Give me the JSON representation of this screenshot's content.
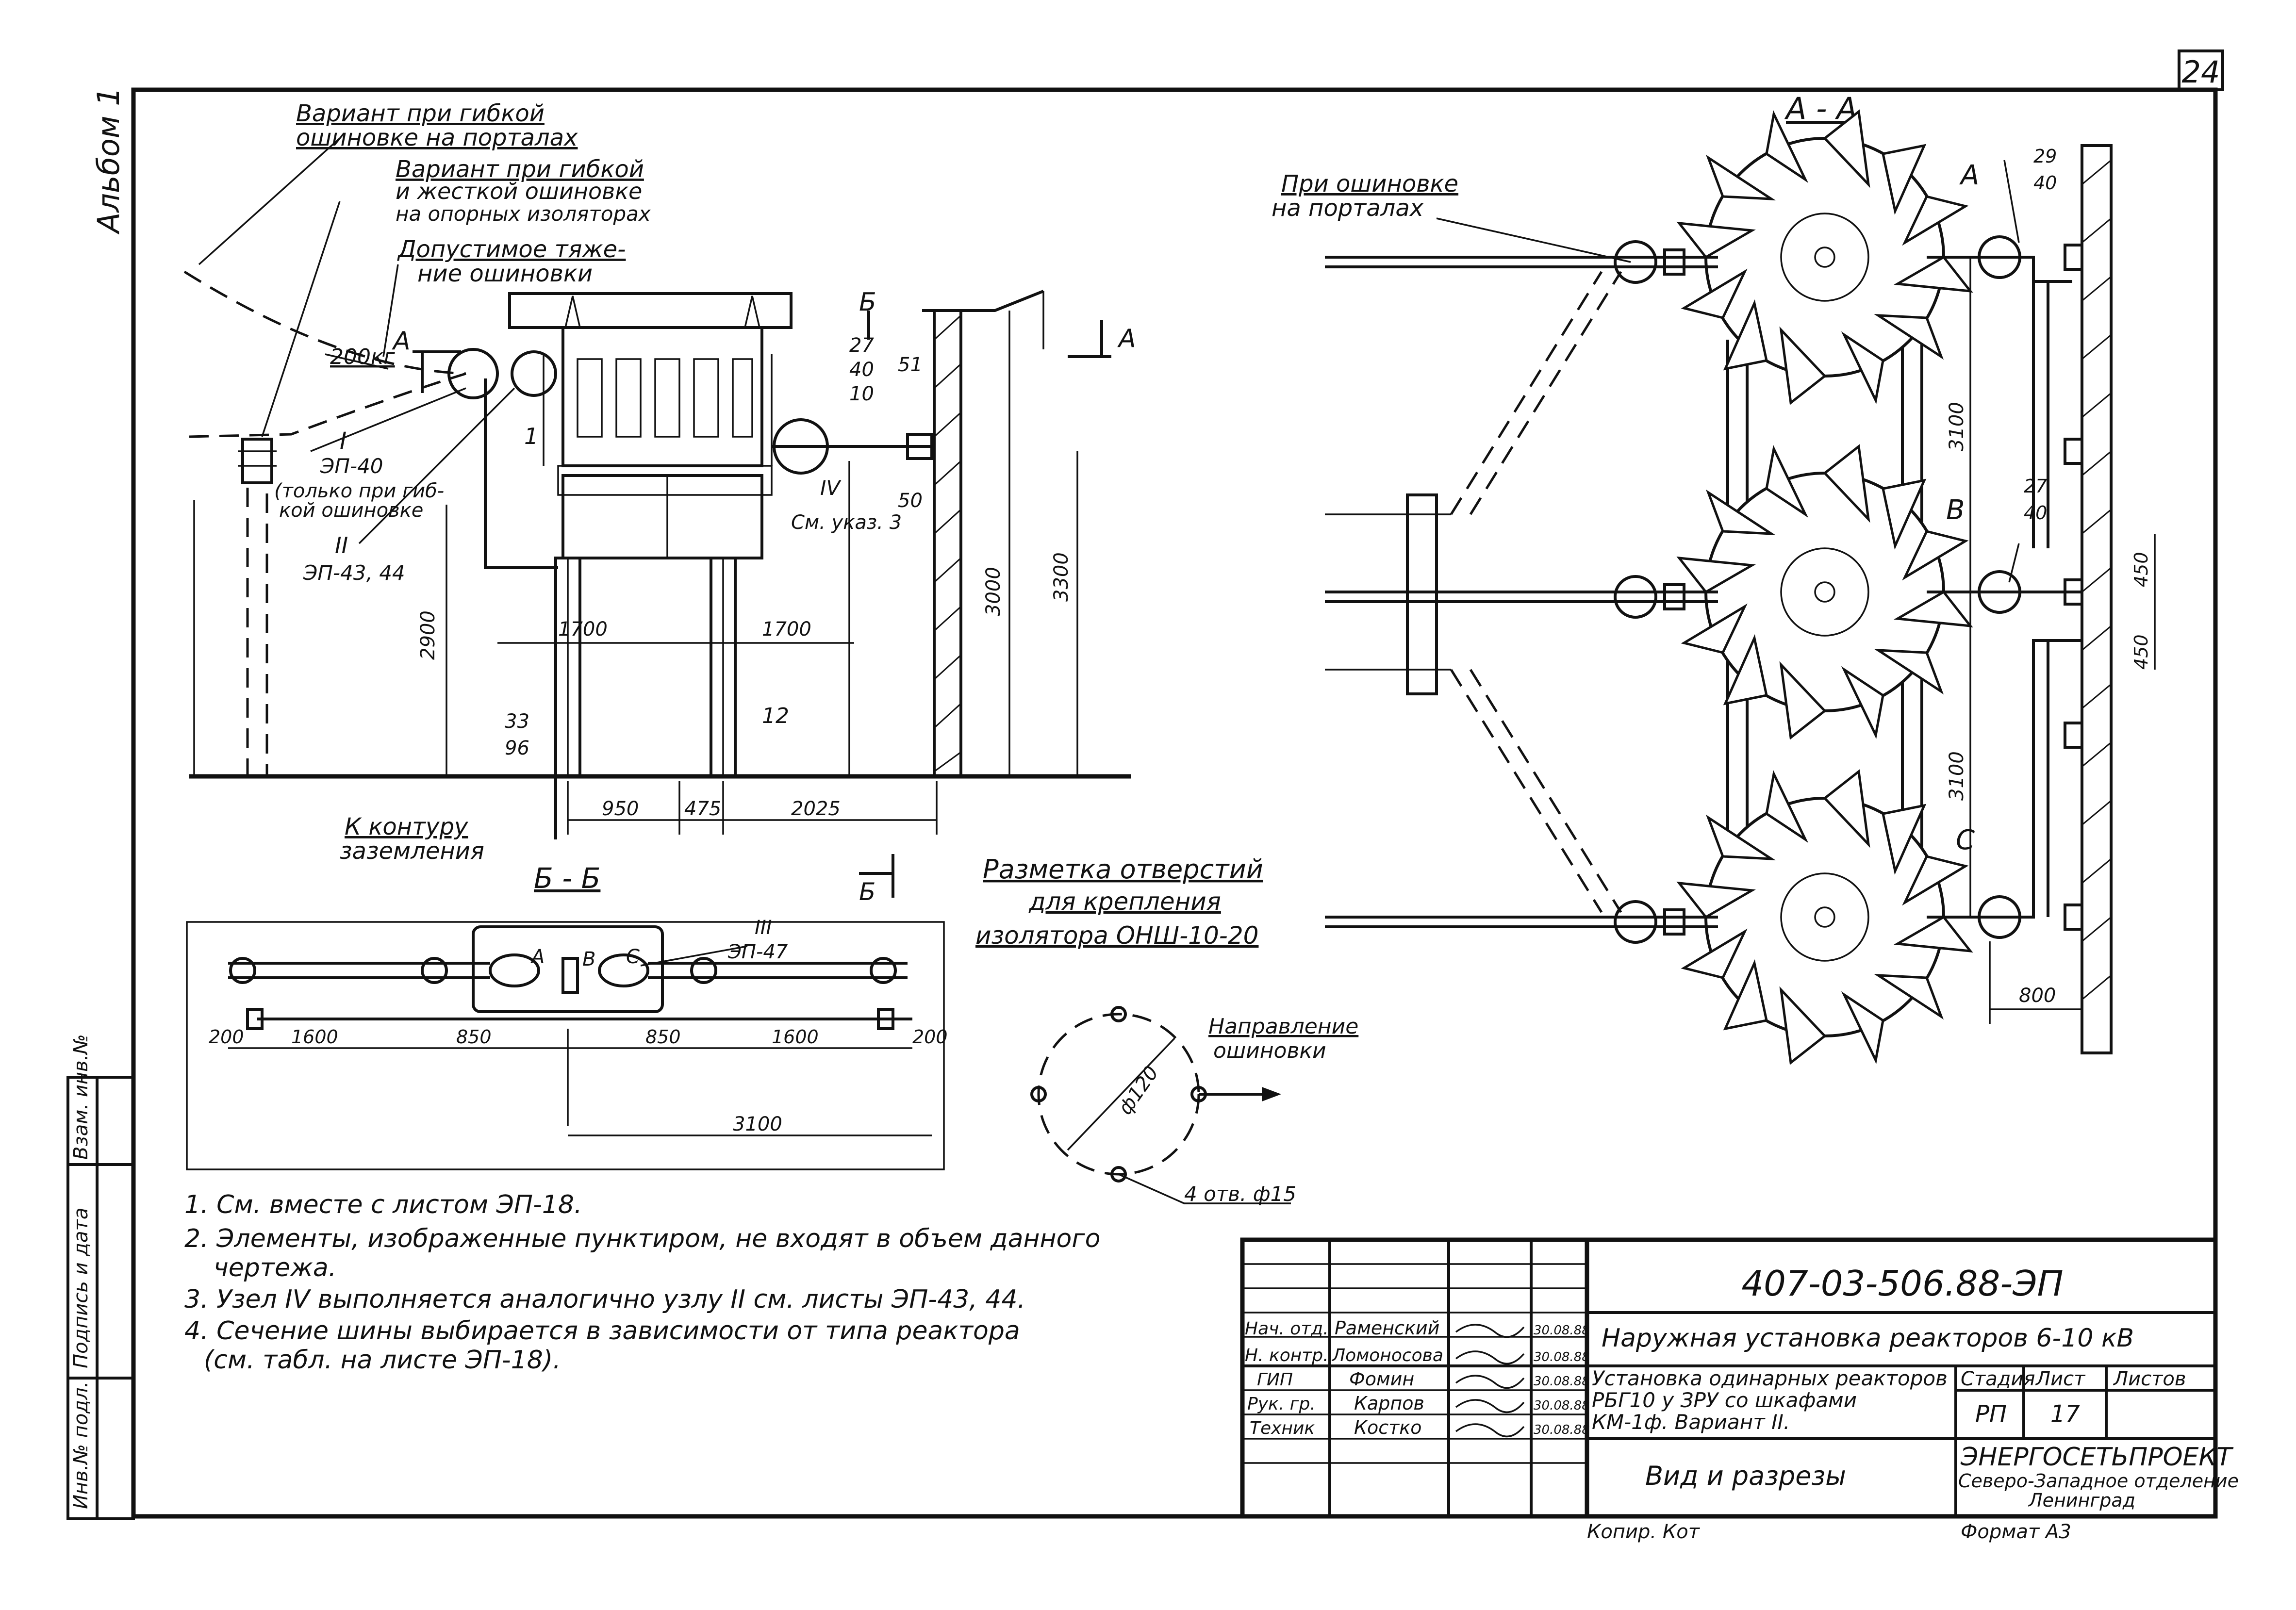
{
  "sheet_number": "24",
  "album_label": "Альбом 1",
  "elevation": {
    "labels": {
      "variant_flexible_portals": [
        "Вариант при гибкой",
        "ошиновке на порталах"
      ],
      "variant_flexible_rigid": [
        "Вариант при гибкой",
        "и жесткой ошиновке",
        "на опорных изоляторах"
      ],
      "allowed_tension": [
        "Допустимое тяже-",
        "ние ошиновки"
      ],
      "force": "200кг",
      "section_mark_a_left": "А",
      "section_mark_a_right": "А",
      "section_mark_b": "Б",
      "node_i": "I",
      "node_i_ref": "ЭП-40",
      "node_i_note": [
        "(только при гиб-",
        "кой ошиновке"
      ],
      "node_ii": "II",
      "node_ii_ref": "ЭП-43, 44",
      "node_iv": "IV",
      "node_iv_ref": "См. указ. 3",
      "item_1": "1",
      "item_27": "27",
      "item_40": "40",
      "item_10": "10",
      "item_51": "51",
      "item_50": "50",
      "item_33": "33",
      "item_96": "96",
      "item_12": "12",
      "earthing": [
        "К контуру",
        "заземления"
      ]
    },
    "dimensions": {
      "d2900": "2900",
      "d1700a": "1700",
      "d1700b": "1700",
      "d3000": "3000",
      "d3300": "3300",
      "d950": "950",
      "d475": "475",
      "d2025": "2025"
    }
  },
  "plan": {
    "title": "А - А",
    "portal_note": [
      "При ошиновке",
      "на порталах"
    ],
    "phase_a": "А",
    "phase_b": "В",
    "phase_c": "С",
    "item_29": "29",
    "item_40a": "40",
    "item_27": "27",
    "item_40b": "40",
    "d3100a": "3100",
    "d3100b": "3100",
    "d450a": "450",
    "d450b": "450",
    "d800": "800"
  },
  "section_bb": {
    "title": "Б - Б",
    "mark_b": "Б",
    "phase_a": "А",
    "phase_b": "В",
    "phase_c": "С",
    "node_iii": "III",
    "node_iii_ref": "ЭП-47",
    "d200a": "200",
    "d1600a": "1600",
    "d850a": "850",
    "d850b": "850",
    "d1600b": "1600",
    "d200b": "200",
    "d3100": "3100"
  },
  "hole_marking": {
    "title": [
      "Разметка отверстий",
      "для крепления",
      "изолятора ОНШ-10-20"
    ],
    "direction": [
      "Направление",
      "ошиновки"
    ],
    "diameter": "ф120",
    "holes": "4 отв. ф15"
  },
  "notes": [
    "1. См. вместе с листом ЭП-18.",
    "2. Элементы, изображенные пунктиром, не входят в объем данного",
    "чертежа.",
    "3. Узел IV выполняется аналогично узлу II см. листы ЭП-43, 44.",
    "4. Сечение шины выбирается в зависимости от типа реактора",
    "(см. табл. на листе ЭП-18)."
  ],
  "side_stamp": {
    "col1": "Инв.№ подл.",
    "col2": "Подпись и дата",
    "col3": "Взам. инв.№"
  },
  "title_block": {
    "code": "407-03-506.88-ЭП",
    "project": "Наружная установка реакторов 6-10 кВ",
    "sheet_title": [
      "Установка одинарных реакторов",
      "РБГ10 у ЗРУ со шкафами",
      "КМ-1ф. Вариант II."
    ],
    "view": "Вид и разрезы",
    "stage_label": "Стадия",
    "sheet_label": "Лист",
    "sheets_label": "Листов",
    "stage": "РП",
    "sheet": "17",
    "org": [
      "ЭНЕРГОСЕТЬПРОЕКТ",
      "Северо-Западное отделение",
      "Ленинград"
    ],
    "staff": [
      {
        "role": "Нач. отд.",
        "name": "Раменский",
        "date": "30.08.88"
      },
      {
        "role": "Н. контр.",
        "name": "Ломоносова",
        "date": "30.08.88"
      },
      {
        "role": "ГИП",
        "name": "Фомин",
        "date": "30.08.88"
      },
      {
        "role": "Рук. гр.",
        "name": "Карпов",
        "date": "30.08.88"
      },
      {
        "role": "Техник",
        "name": "Костко",
        "date": "30.08.88"
      }
    ],
    "copied": "Копир. Кот",
    "format": "Формат А3"
  }
}
